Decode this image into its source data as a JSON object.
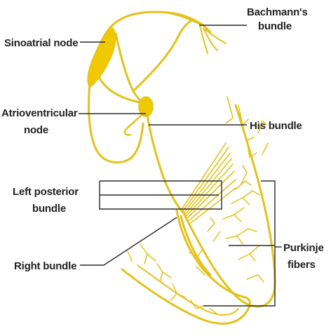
{
  "labels": {
    "bachmann_line1": "Bachmann's",
    "bachmann_line2": "bundle",
    "sinoatrial": "Sinoatrial node",
    "av_line1": "Atrioventricular",
    "av_line2": "node",
    "his": "His bundle",
    "left_post_line1": "Left posterior",
    "left_post_line2": "bundle",
    "right_bundle": "Right bundle",
    "purkinje_line1": "Purkinje",
    "purkinje_line2": "fibers"
  },
  "colors": {
    "conduction": "#e3c21a",
    "node_fill": "#f0c800",
    "leader": "#2b2b2b",
    "text": "#222222"
  }
}
